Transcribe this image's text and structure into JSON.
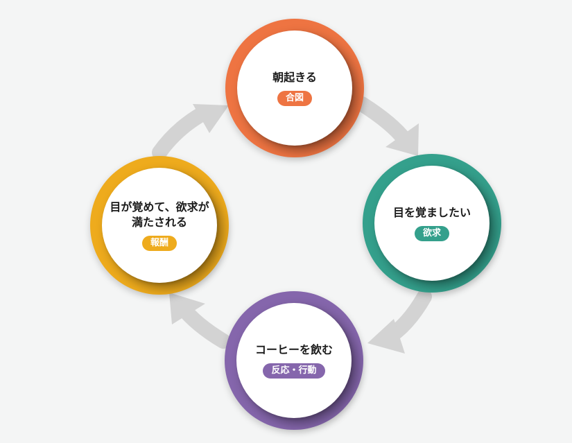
{
  "cycle": {
    "nodes": [
      {
        "title": "朝起きる",
        "badge": "合図",
        "color": "#ee7442"
      },
      {
        "title": "目を覚ましたい",
        "badge": "欲求",
        "color": "#34a08c"
      },
      {
        "title": "コーヒーを飲む",
        "badge": "反応・行動",
        "color": "#8566ac"
      },
      {
        "title": "目が覚めて、欲求が\n満たされる",
        "badge": "報酬",
        "color": "#eeab1d"
      }
    ],
    "arrow_color": "#d3d3d3"
  }
}
